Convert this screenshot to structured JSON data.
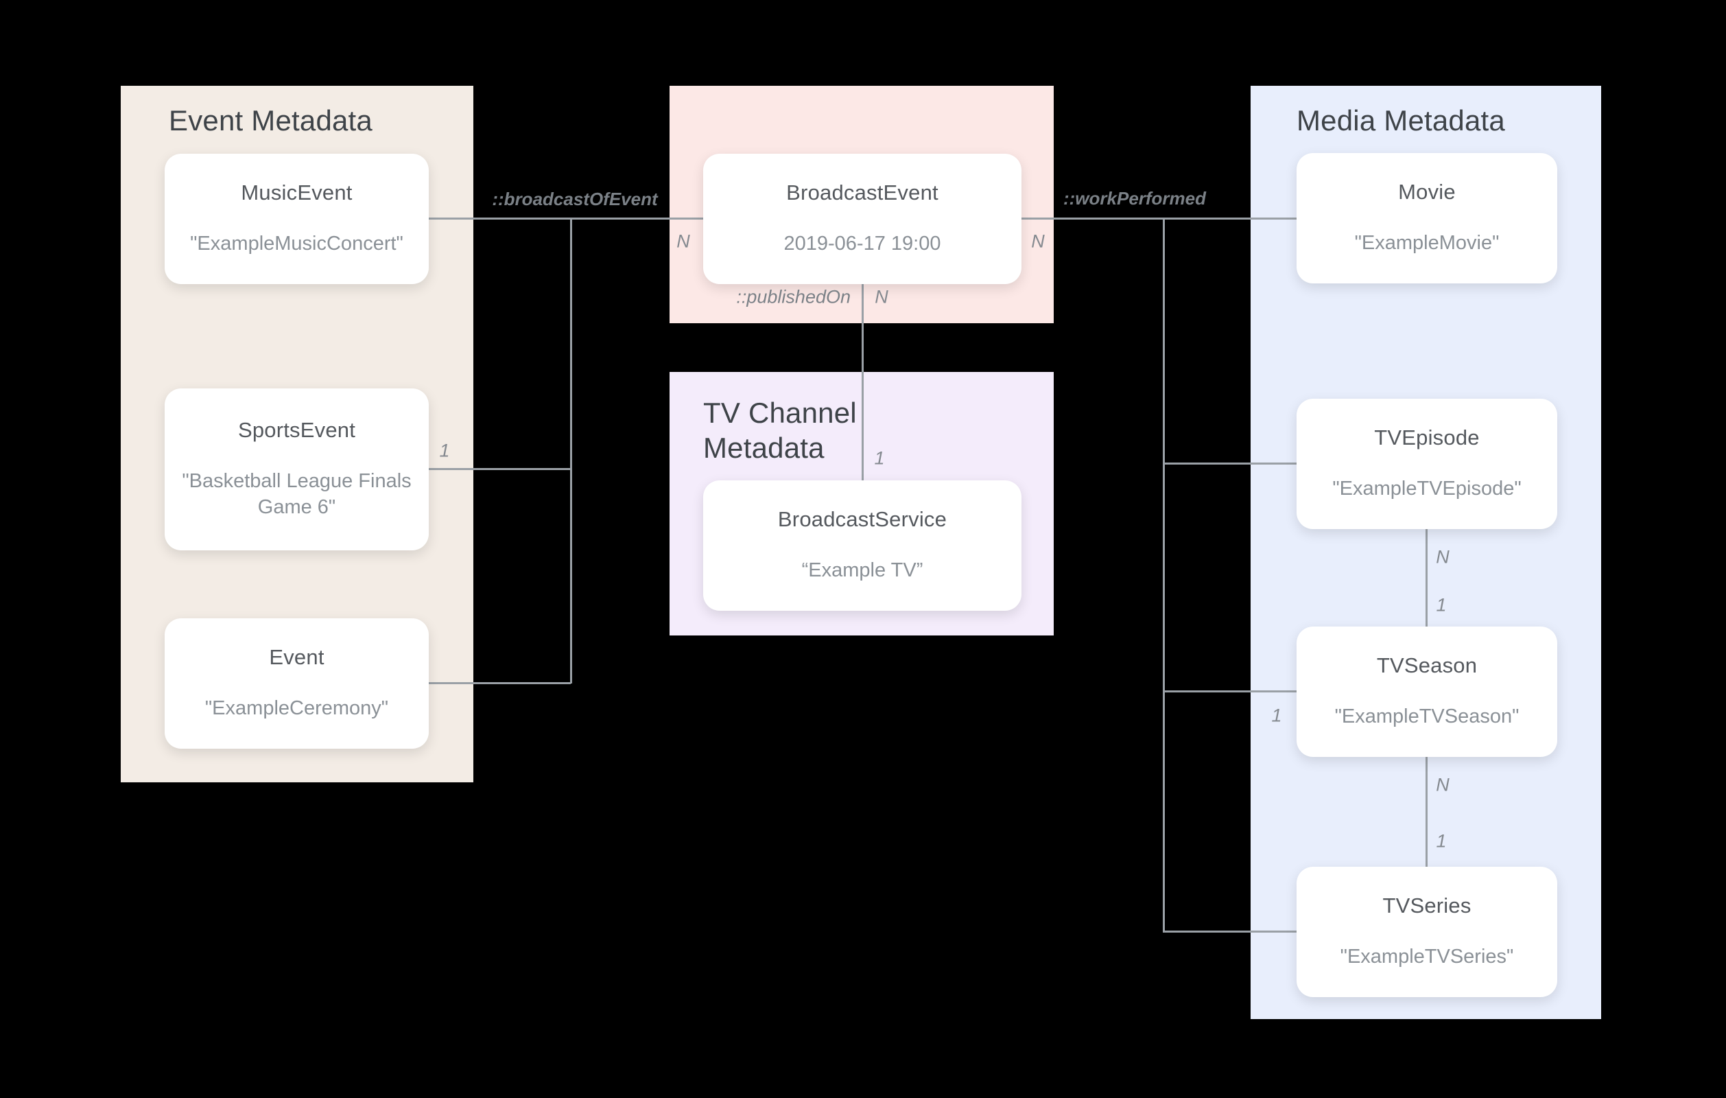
{
  "diagram": {
    "panels": {
      "event": {
        "title": "Event Metadata"
      },
      "tv_channel": {
        "title": "TV Channel Metadata"
      },
      "media": {
        "title": "Media Metadata"
      }
    },
    "cards": {
      "music_event": {
        "title": "MusicEvent",
        "subtitle": "\"ExampleMusicConcert\""
      },
      "sports_event": {
        "title": "SportsEvent",
        "subtitle": "\"Basketball League Finals Game 6\""
      },
      "event": {
        "title": "Event",
        "subtitle": "\"ExampleCeremony\""
      },
      "broadcast_event": {
        "title": "BroadcastEvent",
        "subtitle": "2019-06-17 19:00"
      },
      "broadcast_service": {
        "title": "BroadcastService",
        "subtitle": "“Example TV”"
      },
      "movie": {
        "title": "Movie",
        "subtitle": "\"ExampleMovie\""
      },
      "tv_episode": {
        "title": "TVEpisode",
        "subtitle": "\"ExampleTVEpisode\""
      },
      "tv_season": {
        "title": "TVSeason",
        "subtitle": "\"ExampleTVSeason\""
      },
      "tv_series": {
        "title": "TVSeries",
        "subtitle": "\"ExampleTVSeries\""
      }
    },
    "relations": {
      "broadcast_of_event": "::broadcastOfEvent",
      "work_performed": "::workPerformed",
      "published_on": "::publishedOn"
    },
    "cardinalities": {
      "n_broadcast_left": "N",
      "n_work_right": "N",
      "n_published": "N",
      "one_published": "1",
      "one_sports": "1",
      "one_season_left": "1",
      "n_episode_season": "N",
      "one_episode_season": "1",
      "n_season_series": "N",
      "one_season_series": "1"
    },
    "colors": {
      "background": "#000000",
      "event_panel": "#f3ece5",
      "broadcast_panel": "#fce8e6",
      "tv_channel_panel": "#f4ecfb",
      "media_panel": "#e8eefc",
      "line": "#9aa0a6"
    }
  }
}
